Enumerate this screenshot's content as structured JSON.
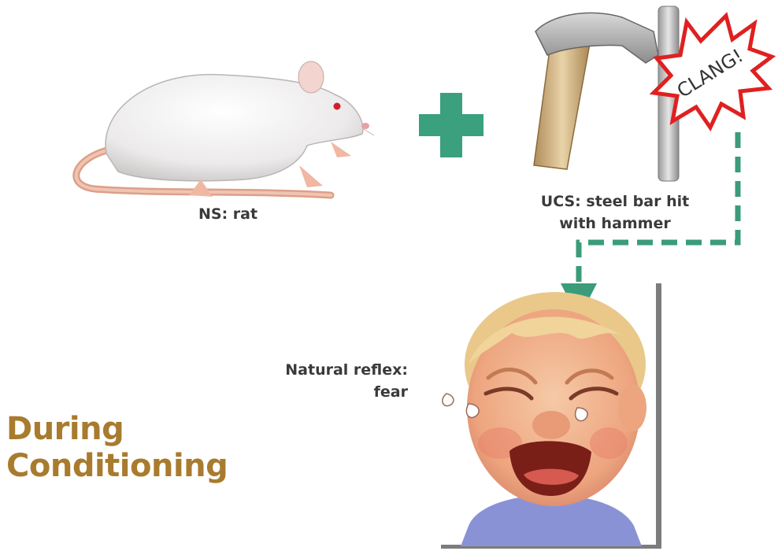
{
  "diagram": {
    "phase_title": [
      "During",
      "Conditioning"
    ],
    "neutral_stimulus": {
      "caption": "NS: rat"
    },
    "unconditioned_stimulus": {
      "caption_lines": [
        "UCS: steel bar hit",
        "with hammer"
      ],
      "sound_effect": "CLANG!"
    },
    "response": {
      "caption_lines": [
        "Natural reflex:",
        "fear"
      ]
    },
    "colors": {
      "title": "#a87b2e",
      "plus": "#3aa07d",
      "arrow": "#3a9c78",
      "burst_outline": "#e02020",
      "caption_text": "#3a3a3a"
    },
    "icons": {
      "rat": "rat-illustration",
      "plus": "plus-icon",
      "hammer": "hammer-icon",
      "steel_bar": "steel-bar",
      "burst": "clang-burst",
      "baby": "crying-baby-illustration",
      "arrow": "dashed-arrow"
    }
  }
}
